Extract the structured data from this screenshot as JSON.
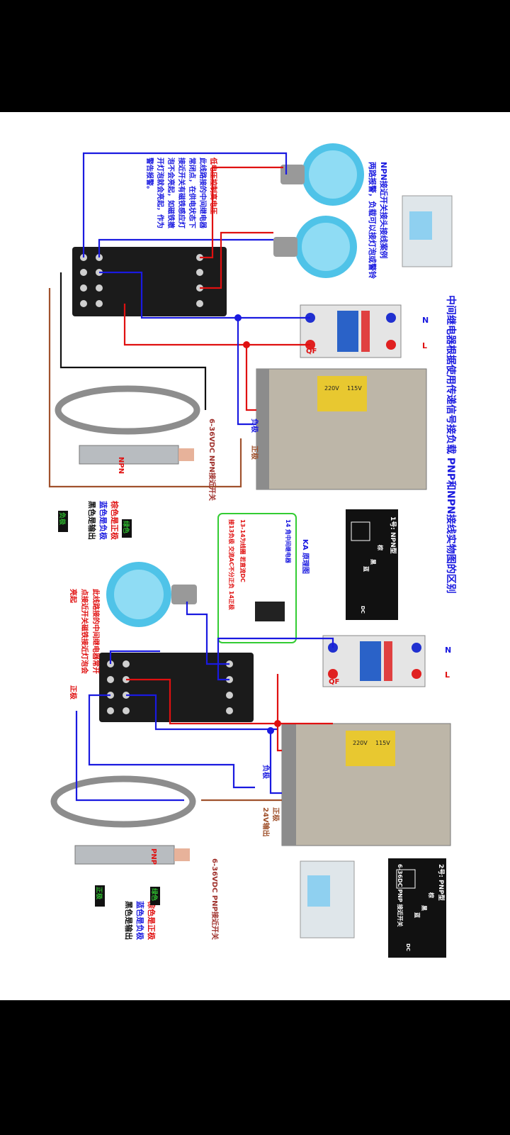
{
  "header_left": "",
  "title_main": "中间继电器根据使用传递信号接负载  PNP和NPN接线实物图的区别",
  "npn_section": {
    "title": "NPN接近开关接头接线案例",
    "subtitle": "两路报警，负载可以接灯泡或警铃",
    "note_line1": "低电压控制高电压",
    "note_line2": "此线路接的中间继电器",
    "note_line3": "常闭点，在供电状态下",
    "note_line4": "接近开关有磁铁感应灯",
    "note_line5": "泡不会亮起，如磁铁撤",
    "note_line6": "开灯泡就会亮起，作为",
    "note_line7": "警告报警。",
    "sensor_label": "6-36VDC  NPN接近开关",
    "sensor_type": "NPN",
    "neg_label": "负极",
    "pos_label": "正极",
    "wire_brown": "棕色是正极",
    "wire_blue": "蓝色是负极",
    "wire_black": "黑色是输出",
    "green_tag": "绿色",
    "neg_box": "负极"
  },
  "pnp_section": {
    "note_line1": "此线路接的中间继电器常开",
    "note_line2": "点接近开关磁铁接近灯泡会",
    "note_line3": "亮起",
    "pos_label_left": "正极",
    "sensor_label": "6-36VDC  PNP接近开关",
    "sensor_type": "PNP",
    "neg_label": "负极",
    "pos_label": "正极",
    "out_label": "24V输出",
    "wire_brown": "棕色是正极",
    "wire_blue": "蓝色是负极",
    "wire_black": "黑色是输出",
    "green_tag": "绿色",
    "pos_box": "正极"
  },
  "relay_diagram": {
    "title": "KA 原理图",
    "col1": "14 角中间继电器",
    "col2": "13-14为线圈  若直流DC",
    "col3": "接13负极  交流AC不分正负  14正极"
  },
  "breaker": {
    "n": "N",
    "l": "L",
    "qf": "QF"
  },
  "symbol_npn": {
    "title": "1号: NPN型",
    "brown": "棕",
    "black": "黑",
    "blue": "蓝",
    "dc": "DC"
  },
  "symbol_pnp": {
    "title": "2号: PNP型",
    "brown": "棕",
    "black": "黑",
    "blue": "蓝",
    "sub": "6-36DC PNP 接近开关",
    "dc": "DC"
  },
  "psu": {
    "v1": "220V",
    "v2": "115V"
  },
  "colors": {
    "blue": "#1a1ae0",
    "red": "#e01010",
    "brown": "#a0522d",
    "black": "#111111",
    "green": "#2db82d"
  }
}
